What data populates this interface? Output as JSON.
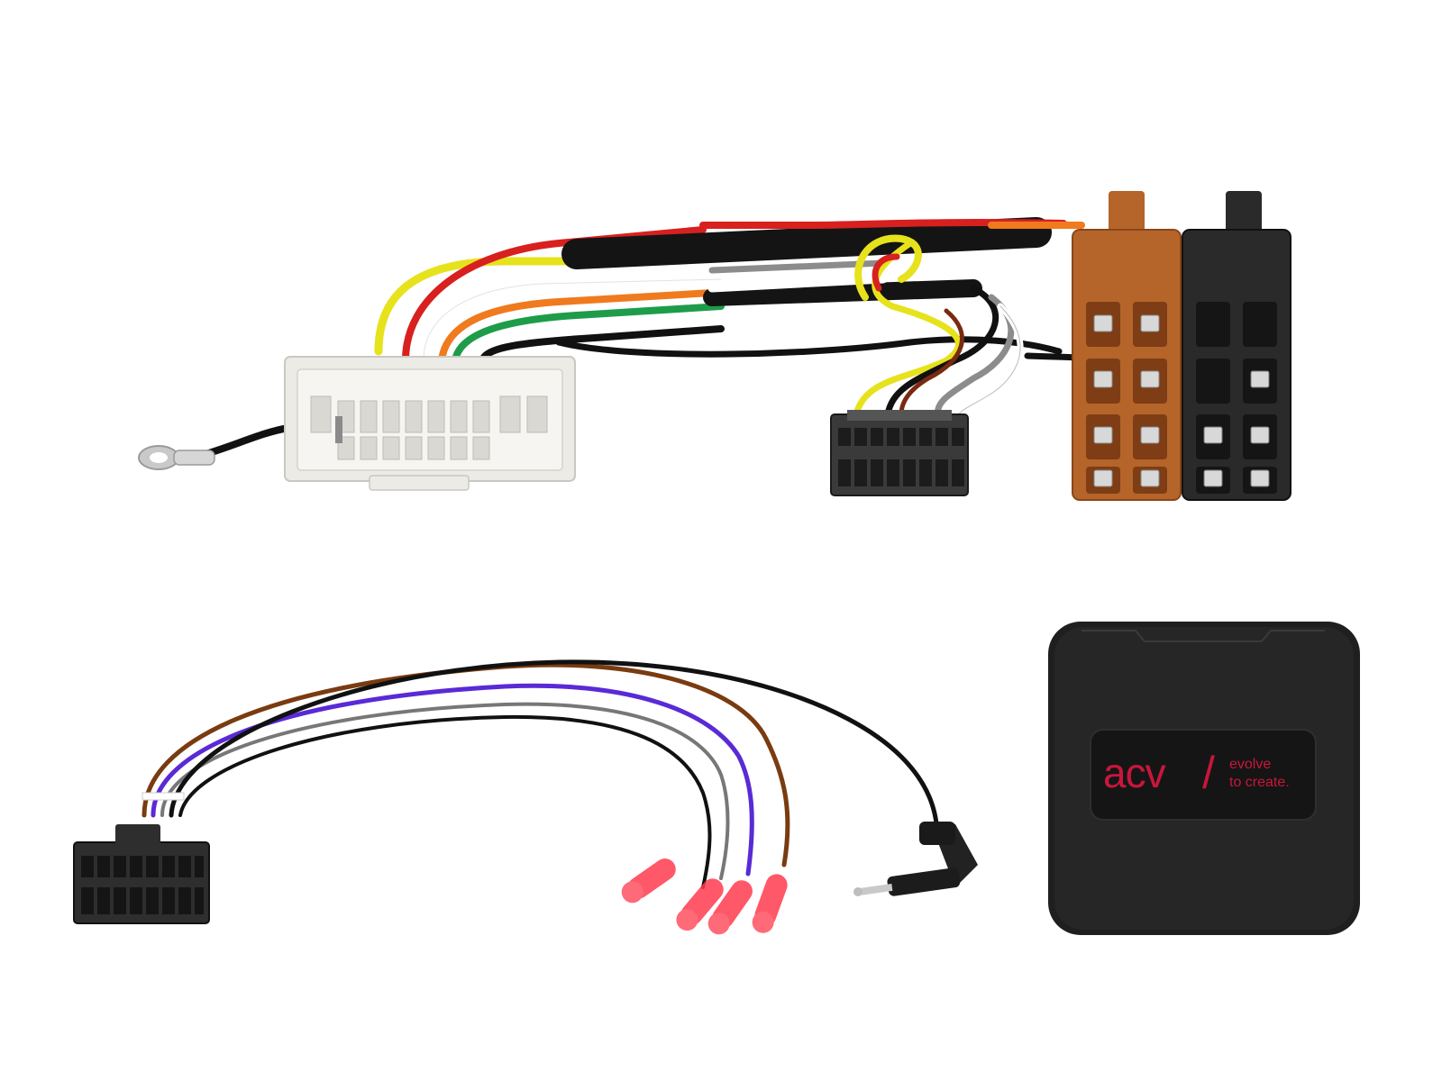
{
  "product_image": {
    "logo": {
      "brand": "acv",
      "slash": "/",
      "tagline_line1": "evolve",
      "tagline_line2": "to create."
    },
    "colors": {
      "background": "#ffffff",
      "logo_red": "#c8163c",
      "iso_brown": "#b5642a",
      "iso_black": "#2a2a2a",
      "housing_black": "#242424",
      "white_connector": "#ecebe6",
      "pin_red": "#ff3b4d"
    },
    "wire_colors": [
      "#111111",
      "#d8201f",
      "#e6e21c",
      "#f07a1e",
      "#ffffff",
      "#1e9c4a",
      "#8c8c8c",
      "#7a3b10",
      "#5a2ad6"
    ]
  }
}
